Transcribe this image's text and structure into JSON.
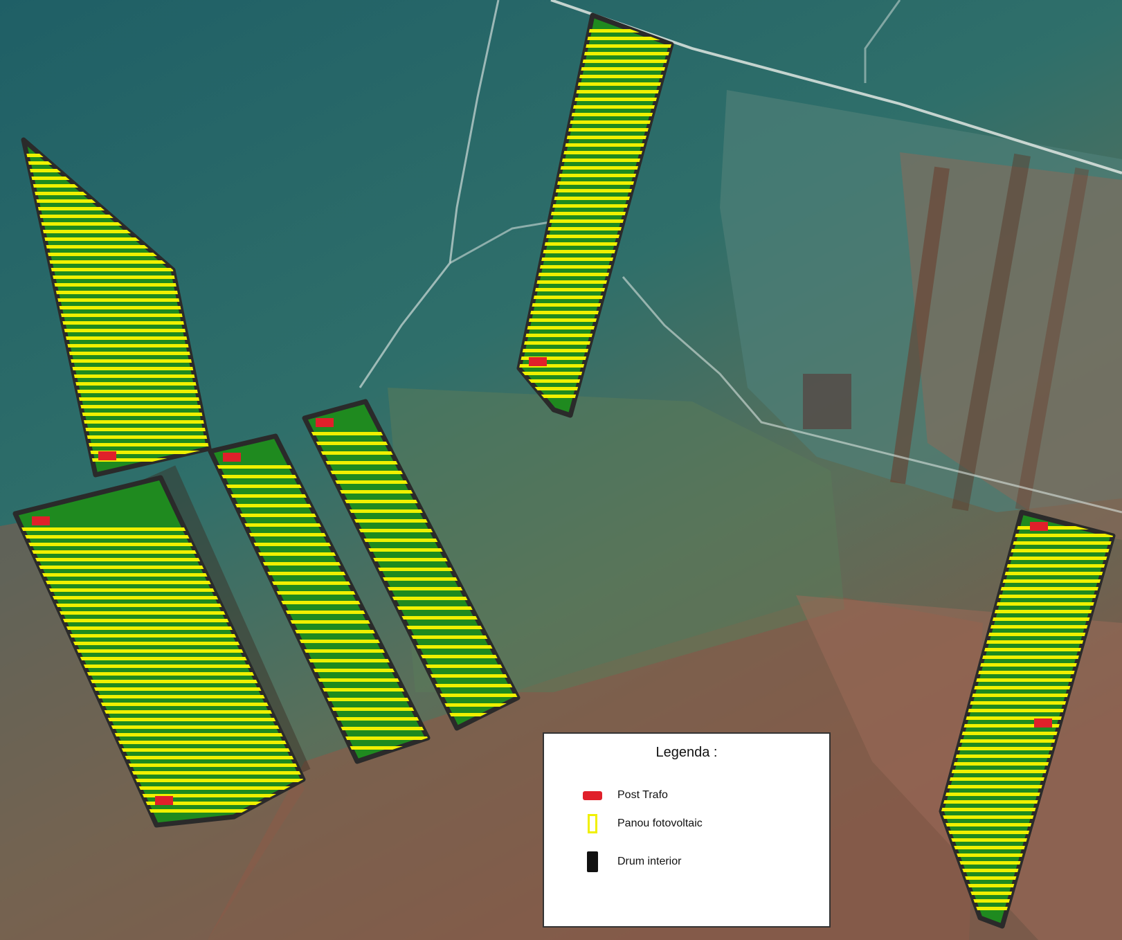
{
  "legend": {
    "title": "Legenda :",
    "items": [
      {
        "label": "Post Trafo",
        "icon": "transformer-post-icon",
        "color": "#e0202a"
      },
      {
        "label": "Panou fotovoltaic",
        "icon": "solar-panel-icon",
        "color": "#f0f000"
      },
      {
        "label": "Drum interior",
        "icon": "interior-road-icon",
        "color": "#111111"
      }
    ]
  },
  "colors": {
    "field_fill": "#1f8a1f",
    "panel": "#f0f000",
    "post_trafo": "#e0202a",
    "boundary": "#2a2a2a"
  }
}
